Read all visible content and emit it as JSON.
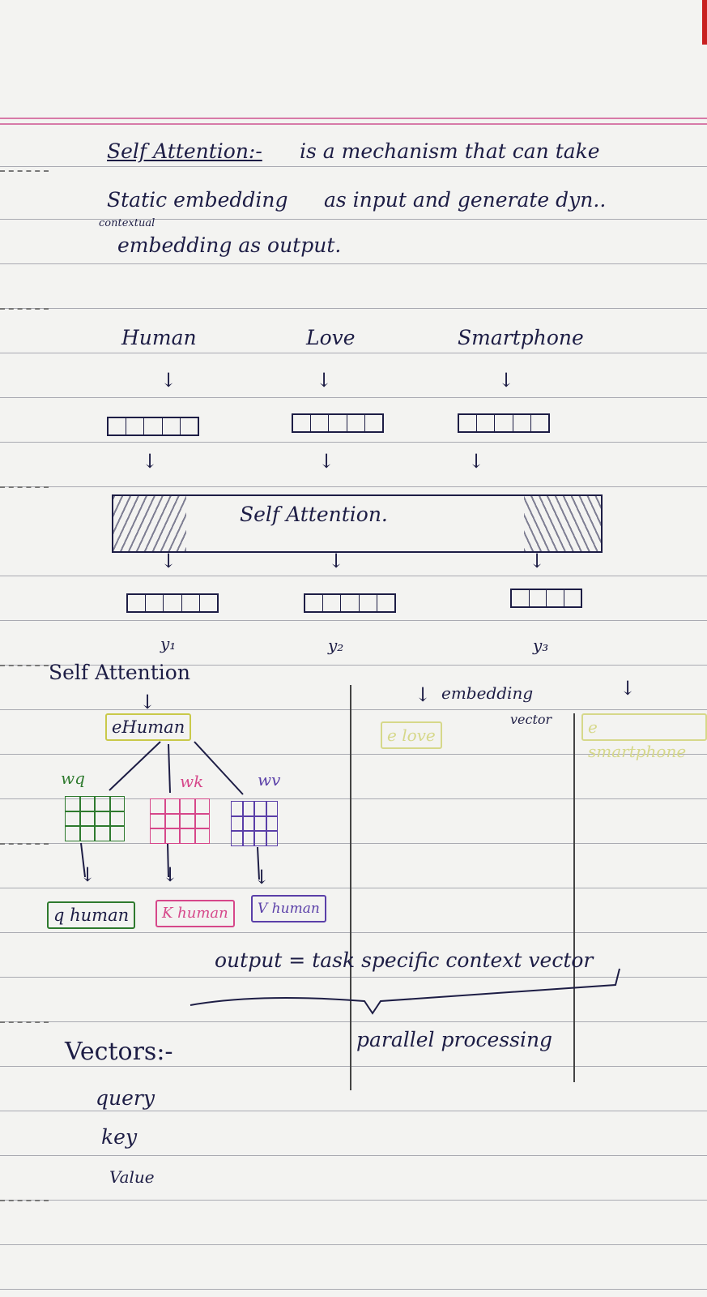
{
  "note": {
    "heading": "Self Attention:-",
    "definition_line1": "is a mechanism that can take",
    "definition_line2_a": "Static embedding",
    "definition_line2_b": "as input and generate dyn..",
    "annotation_above": "contextual",
    "definition_line3": "embedding as output.",
    "words": [
      "Human",
      "Love",
      "Smartphone"
    ],
    "self_attention_label": "Self Attention.",
    "outputs": [
      "y₁",
      "y₂",
      "y₃"
    ],
    "section_heading": "Self Attention",
    "e_human": "eHuman",
    "e_love": "e love",
    "e_smartphone": "e smartphone",
    "embedding_vector_label_a": "embedding",
    "embedding_vector_label_b": "vector",
    "weights": [
      "wq",
      "wk",
      "wv"
    ],
    "vectors_out": [
      "q human",
      "K human",
      "V human"
    ],
    "output_text": "output = task specific context vector",
    "parallel_text": "parallel processing",
    "vectors_heading": "Vectors:-",
    "vector_list": [
      "query",
      "key",
      "Value"
    ]
  },
  "colors": {
    "ink": "#1d1d45",
    "green": "#2e7a2e",
    "pink": "#d6478a",
    "purple": "#5a3fa8",
    "yellow": "#c9c94a",
    "rule": "#a9aab2"
  }
}
